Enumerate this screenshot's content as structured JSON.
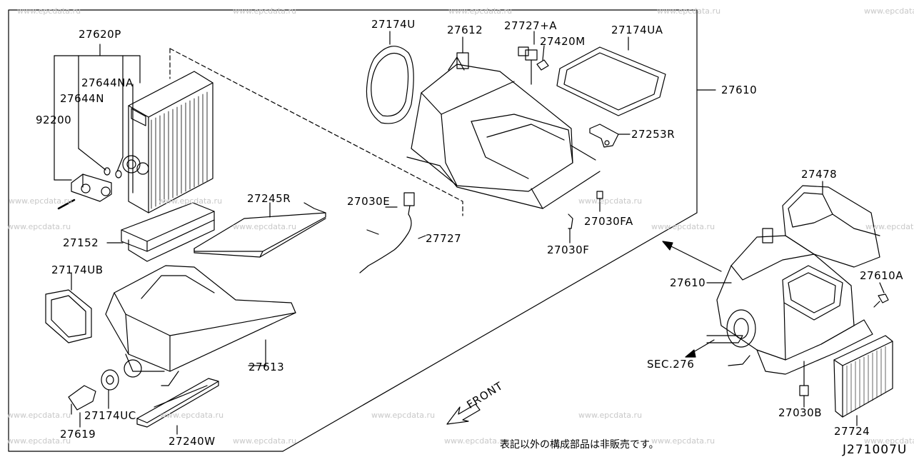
{
  "watermark": "www.epcdata.ru",
  "labels": {
    "p27620P": "27620P",
    "p27644NA": "27644NA",
    "p27644N": "27644N",
    "p92200": "92200",
    "p27174U": "27174U",
    "p27612": "27612",
    "p27727A": "27727+A",
    "p27420M": "27420M",
    "p27174UA": "27174UA",
    "p27610_top": "27610",
    "p27253R": "27253R",
    "p27245R": "27245R",
    "p27030E": "27030E",
    "p27727": "27727",
    "p27030FA": "27030FA",
    "p27030F": "27030F",
    "p27152": "27152",
    "p27174UB": "27174UB",
    "p27613": "27613",
    "p27174UC": "27174UC",
    "p27619": "27619",
    "p27240W": "27240W",
    "p27478": "27478",
    "p27610_right": "27610",
    "p27610A": "27610A",
    "sec276": "SEC.276",
    "p27030B": "27030B",
    "p27724": "27724",
    "front": "FRONT"
  },
  "note": "表記以外の構成部品は非販売です。",
  "diagram_code": "J271007U"
}
